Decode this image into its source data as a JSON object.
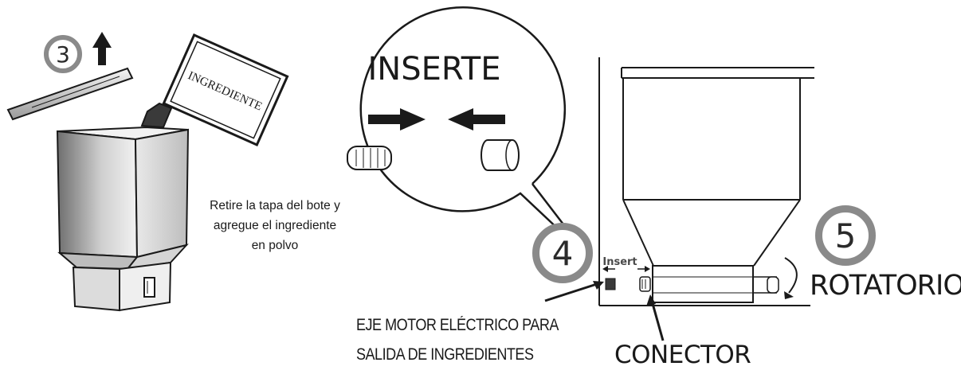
{
  "steps": {
    "step3": {
      "number": "3",
      "packet_label": "INGREDIENTE",
      "instruction_lines": [
        "Retire la tapa del bote y",
        "agregue el ingrediente",
        "en polvo"
      ]
    },
    "step4": {
      "number": "4",
      "zoom_title": "INSERTE",
      "insert_label": "Insert"
    },
    "step5": {
      "number": "5",
      "rotate_label": "ROTATORIO"
    }
  },
  "callouts": {
    "motor_shaft_lines": [
      "EJE MOTOR ELÉCTRICO PARA",
      "SALIDA DE INGREDIENTES"
    ],
    "connector": "CONECTOR"
  },
  "colors": {
    "line": "#1a1a1a",
    "badge_ring": "#8a8a8a",
    "canister_shade_dark": "#7d7d7d",
    "canister_shade_light": "#e6e6e6"
  }
}
